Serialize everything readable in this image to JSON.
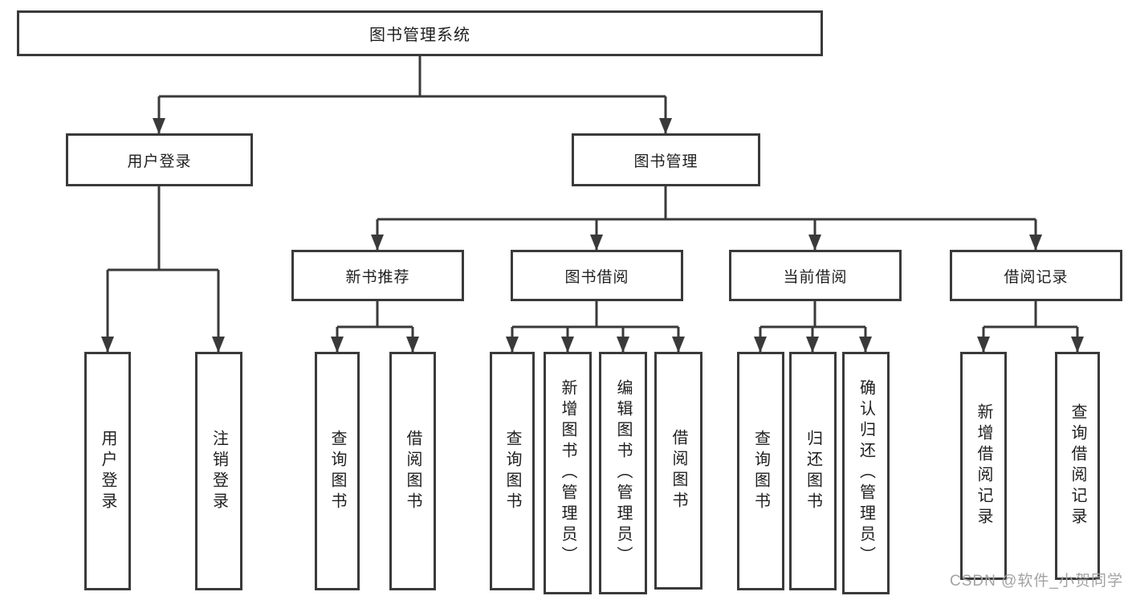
{
  "diagram": {
    "root": "图书管理系统",
    "branches": {
      "user_login": "用户登录",
      "book_management": "图书管理"
    },
    "user_login_children": {
      "login": "用户登录",
      "logout": "注销登录"
    },
    "book_management_children": {
      "new_book_recommend": "新书推荐",
      "book_borrow": "图书借阅",
      "current_borrow": "当前借阅",
      "borrow_records": "借阅记录"
    },
    "new_book_recommend_children": {
      "query_books": "查询图书",
      "borrow_books": "借阅图书"
    },
    "book_borrow_children": {
      "query_books": "查询图书",
      "add_books": "新增图书（管理员）",
      "edit_books": "编辑图书（管理员）",
      "borrow_books": "借阅图书"
    },
    "current_borrow_children": {
      "query_books": "查询图书",
      "return_books": "归还图书",
      "confirm_return": "确认归还（管理员）"
    },
    "borrow_records_children": {
      "add_record": "新增借阅记录",
      "query_record": "查询借阅记录"
    }
  },
  "watermark": {
    "text": "CSDN @软件_小贺同学"
  },
  "colors": {
    "line": "#3a3a3a",
    "box_border": "#3a3a3a",
    "text": "#1f1f1f",
    "background": "#ffffff",
    "watermark": "#a3a3a3"
  }
}
